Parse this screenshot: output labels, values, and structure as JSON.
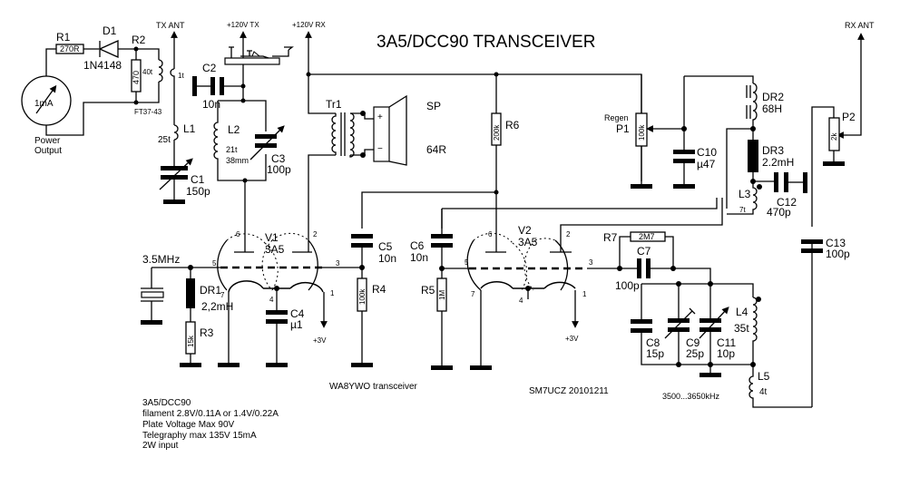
{
  "title": "3A5/DCC90 TRANSCEIVER",
  "supplies": {
    "tx_ant": "TX ANT",
    "rx_ant": "RX ANT",
    "v120_tx": "+120V TX",
    "v120_rx": "+120V RX",
    "v3_a": "+3V",
    "v3_b": "+3V"
  },
  "meter": {
    "label": "1mA",
    "caption_line1": "Power",
    "caption_line2": "Output"
  },
  "components": {
    "R1": {
      "ref": "R1",
      "value": "270R"
    },
    "D1": {
      "ref": "D1",
      "value": "1N4148"
    },
    "R2": {
      "ref": "R2",
      "value": "470"
    },
    "T_ft": {
      "primary": "40t",
      "secondary": "1t",
      "core": "FT37-43"
    },
    "L1": {
      "ref": "L1",
      "value": "25t"
    },
    "C1": {
      "ref": "C1",
      "value": "150p"
    },
    "C2": {
      "ref": "C2",
      "value": "10n"
    },
    "L2": {
      "ref": "L2",
      "value": "21t",
      "extra": "38mm"
    },
    "C3": {
      "ref": "C3",
      "value": "100p"
    },
    "Tr1": {
      "ref": "Tr1"
    },
    "SP": {
      "ref": "SP",
      "value": "64R",
      "plus": "+",
      "minus": "−"
    },
    "R6": {
      "ref": "R6",
      "value": "200k"
    },
    "P1": {
      "ref": "P1",
      "value": "100k",
      "name": "Regen"
    },
    "C10": {
      "ref": "C10",
      "value": "µ47"
    },
    "DR2": {
      "ref": "DR2",
      "value": "68H"
    },
    "DR3": {
      "ref": "DR3",
      "value": "2.2mH"
    },
    "L3": {
      "ref": "L3",
      "value": "7t"
    },
    "C12": {
      "ref": "C12",
      "value": "470p"
    },
    "P2": {
      "ref": "P2",
      "value": "2k"
    },
    "C13": {
      "ref": "C13",
      "value": "100p"
    },
    "V1": {
      "ref": "V1",
      "value": "3A5",
      "pins": [
        "6",
        "2",
        "5",
        "3",
        "7",
        "4",
        "1"
      ]
    },
    "V2": {
      "ref": "V2",
      "value": "3A5",
      "pins": [
        "6",
        "2",
        "5",
        "3",
        "7",
        "4",
        "1"
      ]
    },
    "X1": {
      "value": "3.5MHz"
    },
    "DR1": {
      "ref": "DR1",
      "value": "2,2mH"
    },
    "R3": {
      "ref": "R3",
      "value": "15k"
    },
    "C4": {
      "ref": "C4",
      "value": "µ1"
    },
    "C5": {
      "ref": "C5",
      "value": "10n"
    },
    "R4": {
      "ref": "R4",
      "value": "100k"
    },
    "C6": {
      "ref": "C6",
      "value": "10n"
    },
    "R5": {
      "ref": "R5",
      "value": "1M"
    },
    "R7": {
      "ref": "R7",
      "value": "2M7"
    },
    "C7": {
      "ref": "C7",
      "value": "100p"
    },
    "C8": {
      "ref": "C8",
      "value": "15p"
    },
    "C9": {
      "ref": "C9",
      "value": "25p"
    },
    "C11": {
      "ref": "C11",
      "value": "10p"
    },
    "L4": {
      "ref": "L4",
      "value": "35t"
    },
    "L5": {
      "ref": "L5",
      "value": "4t"
    }
  },
  "annotations": {
    "credit1": "WA8YWO  transceiver",
    "credit2": "SM7UCZ 20101211",
    "freq_range": "3500...3650kHz"
  },
  "notes": [
    "3A5/DCC90",
    "filament 2.8V/0.11A or 1.4V/0.22A",
    "Plate Voltage Max 90V",
    "Telegraphy max 135V 15mA",
    "2W input"
  ]
}
